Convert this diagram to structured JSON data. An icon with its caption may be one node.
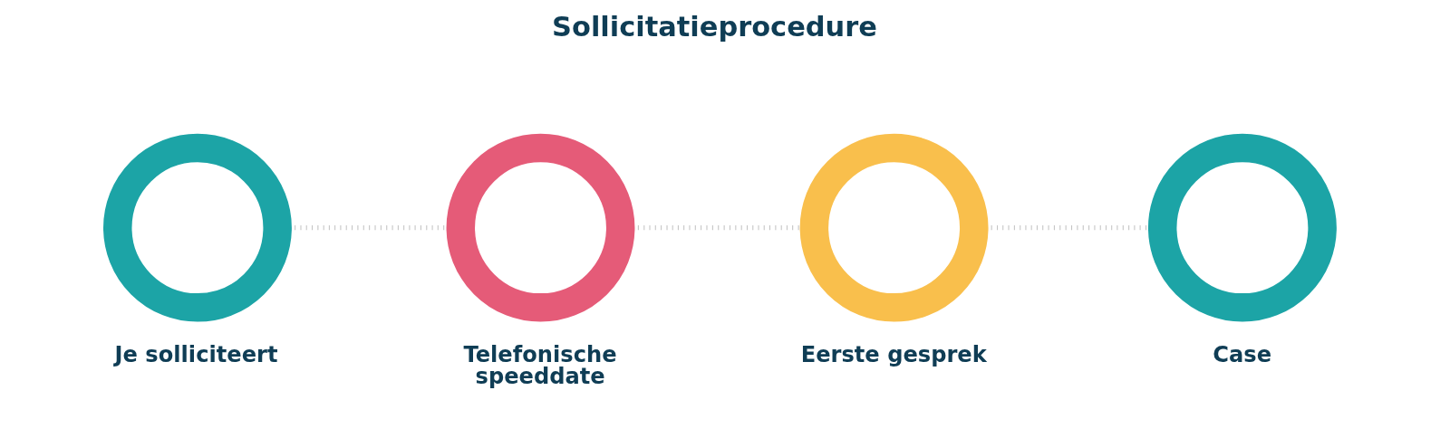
{
  "diagram": {
    "title": "Sollicitatieprocedure",
    "nodes": [
      {
        "text": [
          "Je solliciteert"
        ]
      },
      {
        "text": [
          "Telefonische speeddate"
        ]
      },
      {
        "text": [
          "Eerste gesprek"
        ]
      },
      {
        "text": [
          "Case"
        ]
      }
    ],
    "edges": [
      {
        "from": 0,
        "to": 1,
        "arrow": "none",
        "style": "dashed"
      },
      {
        "from": 1,
        "to": 2,
        "arrow": "none",
        "style": "dashed"
      },
      {
        "from": 2,
        "to": 3,
        "arrow": "none",
        "style": "dashed"
      }
    ]
  }
}
